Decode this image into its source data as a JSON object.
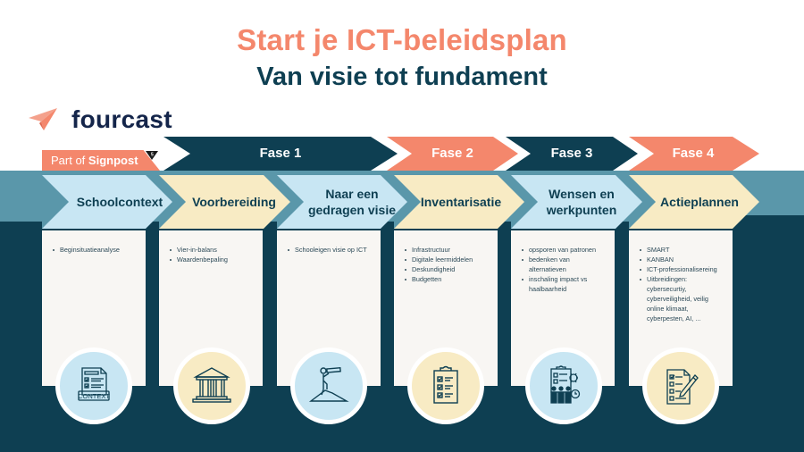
{
  "header": {
    "title": "Start je ICT-beleidsplan",
    "subtitle": "Van visie tot fundament"
  },
  "logo": {
    "icon": "paper-plane-icon",
    "name": "fourcast",
    "tagline_prefix": "Part of",
    "tagline_brand": "Signpost"
  },
  "colors": {
    "coral": "#f4876c",
    "navy": "#0e3f52",
    "teal": "#5a97aa",
    "light_blue": "#c8e6f3",
    "cream": "#f8ebc4",
    "card_bg": "#f8f6f3"
  },
  "phases": [
    {
      "label": "Fase 1",
      "color": "#0e3f52"
    },
    {
      "label": "Fase 2",
      "color": "#f4876c"
    },
    {
      "label": "Fase 3",
      "color": "#0e3f52"
    },
    {
      "label": "Fase 4",
      "color": "#f4876c"
    }
  ],
  "steps": [
    {
      "title": "Schoolcontext",
      "color": "light_blue",
      "items": [
        "Beginsituatieanalyse"
      ],
      "icon": "context-document-icon"
    },
    {
      "title": "Voorbereiding",
      "color": "cream",
      "items": [
        "Vier-in-balans",
        "Waardenbepaling"
      ],
      "icon": "building-columns-icon"
    },
    {
      "title": "Naar een gedragen visie",
      "color": "light_blue",
      "items": [
        "Schooleigen visie op ICT"
      ],
      "icon": "telescope-mountain-icon"
    },
    {
      "title": "Inventarisatie",
      "color": "cream",
      "items": [
        "Infrastructuur",
        "Digitale leermiddelen",
        "Deskundigheid",
        "Budgetten"
      ],
      "icon": "clipboard-checklist-icon"
    },
    {
      "title": "Wensen en werkpunten",
      "color": "light_blue",
      "items": [
        "opsporen van patronen",
        "bedenken van alternatieven",
        "inschaling impact vs haalbaarheid"
      ],
      "icon": "team-planning-icon"
    },
    {
      "title": "Actieplannen",
      "color": "cream",
      "items": [
        "SMART",
        "KANBAN",
        "ICT-professionalisereing",
        "Uitbreidingen: cybersecurtiy, cyberveiligheid, veilig online klimaat, cyberpesten, AI, ..."
      ],
      "icon": "checklist-pen-icon"
    }
  ]
}
